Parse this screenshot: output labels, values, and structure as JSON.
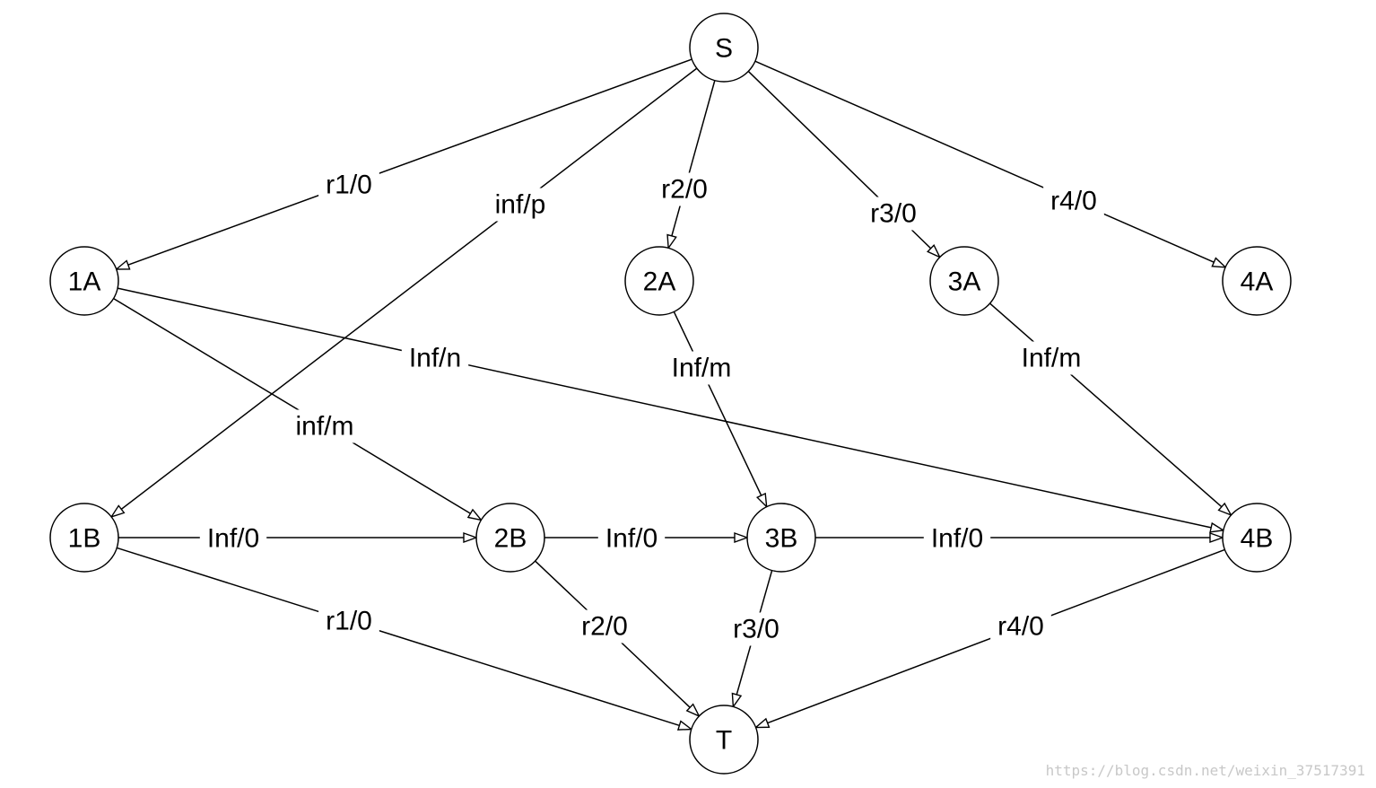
{
  "nodes": [
    {
      "id": "S",
      "label": "S"
    },
    {
      "id": "1A",
      "label": "1A"
    },
    {
      "id": "2A",
      "label": "2A"
    },
    {
      "id": "3A",
      "label": "3A"
    },
    {
      "id": "4A",
      "label": "4A"
    },
    {
      "id": "1B",
      "label": "1B"
    },
    {
      "id": "2B",
      "label": "2B"
    },
    {
      "id": "3B",
      "label": "3B"
    },
    {
      "id": "4B",
      "label": "4B"
    },
    {
      "id": "T",
      "label": "T"
    }
  ],
  "edges": [
    {
      "from": "S",
      "to": "1A",
      "label": "r1/0"
    },
    {
      "from": "S",
      "to": "1B",
      "label": "inf/p"
    },
    {
      "from": "S",
      "to": "2A",
      "label": "r2/0"
    },
    {
      "from": "S",
      "to": "3A",
      "label": "r3/0"
    },
    {
      "from": "S",
      "to": "4A",
      "label": "r4/0"
    },
    {
      "from": "1A",
      "to": "4B",
      "label": "Inf/n"
    },
    {
      "from": "1A",
      "to": "2B",
      "label": "inf/m"
    },
    {
      "from": "2A",
      "to": "3B",
      "label": "Inf/m"
    },
    {
      "from": "3A",
      "to": "4B",
      "label": "Inf/m"
    },
    {
      "from": "1B",
      "to": "2B",
      "label": "Inf/0"
    },
    {
      "from": "2B",
      "to": "3B",
      "label": "Inf/0"
    },
    {
      "from": "3B",
      "to": "4B",
      "label": "Inf/0"
    },
    {
      "from": "1B",
      "to": "T",
      "label": "r1/0"
    },
    {
      "from": "2B",
      "to": "T",
      "label": "r2/0"
    },
    {
      "from": "3B",
      "to": "T",
      "label": "r3/0"
    },
    {
      "from": "4B",
      "to": "T",
      "label": "r4/0"
    }
  ],
  "watermark": "https://blog.csdn.net/weixin_37517391",
  "colors": {
    "stroke": "#000000",
    "background": "#ffffff",
    "watermark": "#c8c8c8"
  }
}
